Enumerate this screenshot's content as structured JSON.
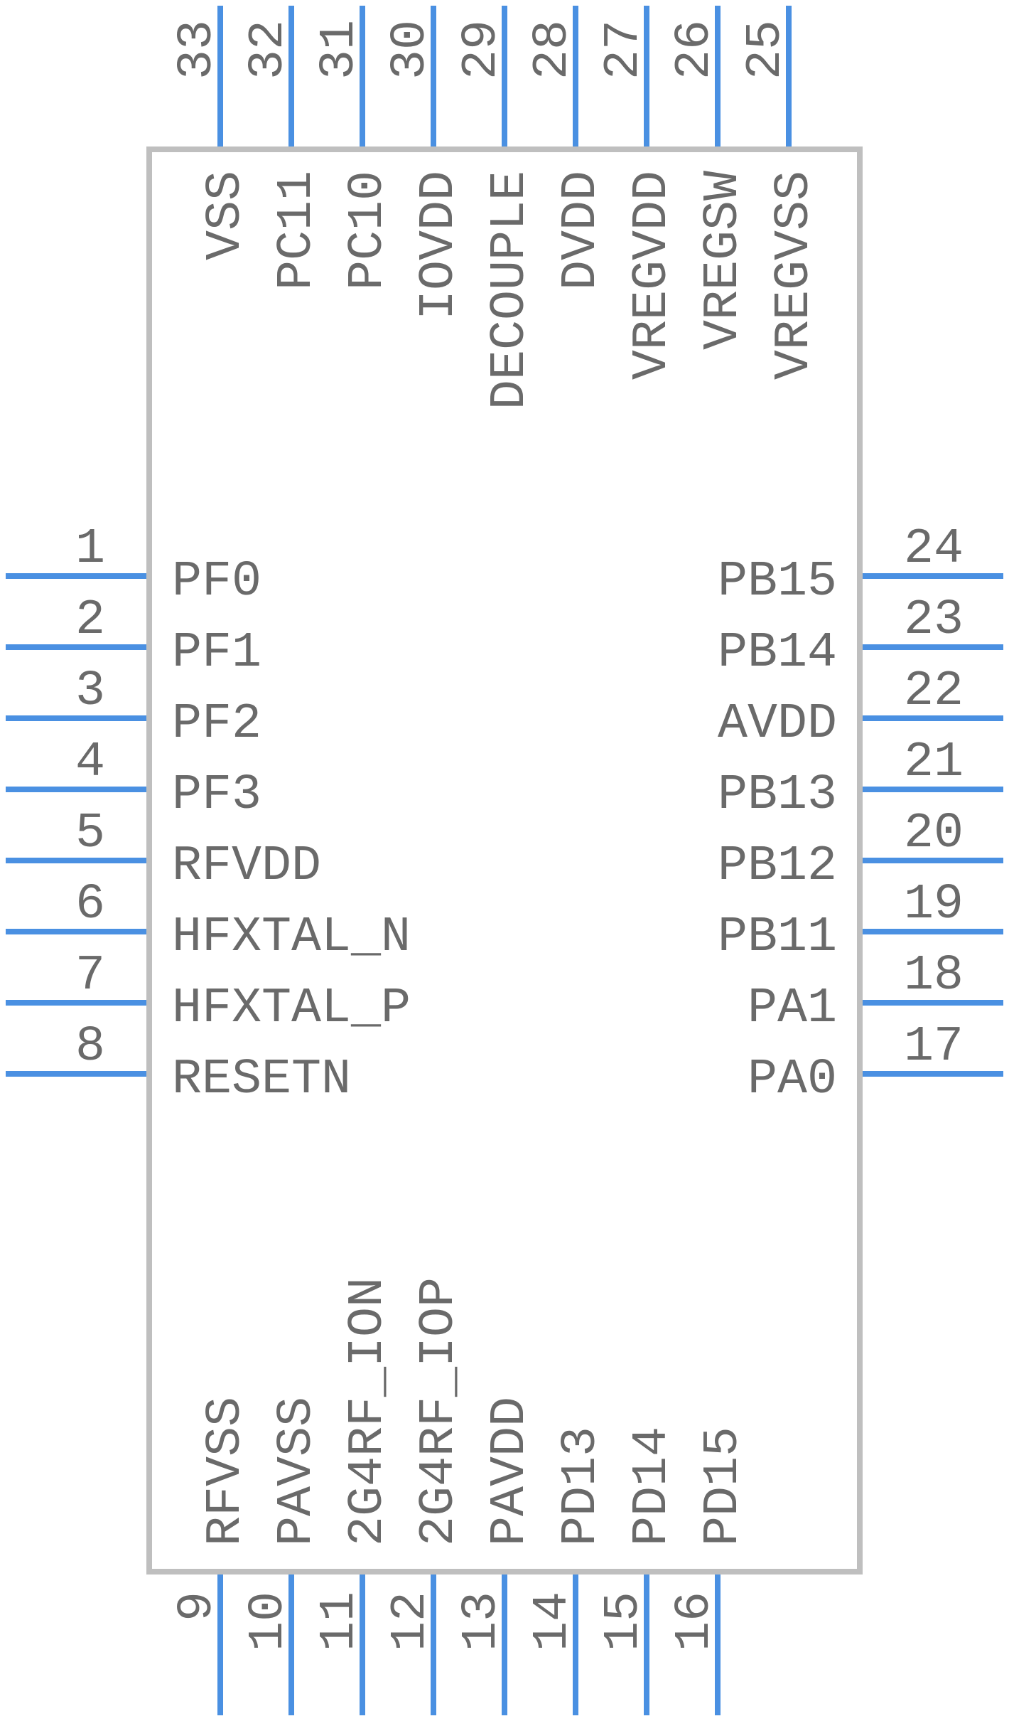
{
  "component": {
    "pins": {
      "top": [
        {
          "number": "33",
          "name": "VSS"
        },
        {
          "number": "32",
          "name": "PC11"
        },
        {
          "number": "31",
          "name": "PC10"
        },
        {
          "number": "30",
          "name": "IOVDD"
        },
        {
          "number": "29",
          "name": "DECOUPLE"
        },
        {
          "number": "28",
          "name": "DVDD"
        },
        {
          "number": "27",
          "name": "VREGVDD"
        },
        {
          "number": "26",
          "name": "VREGSW"
        },
        {
          "number": "25",
          "name": "VREGVSS"
        }
      ],
      "left": [
        {
          "number": "1",
          "name": "PF0"
        },
        {
          "number": "2",
          "name": "PF1"
        },
        {
          "number": "3",
          "name": "PF2"
        },
        {
          "number": "4",
          "name": "PF3"
        },
        {
          "number": "5",
          "name": "RFVDD"
        },
        {
          "number": "6",
          "name": "HFXTAL_N"
        },
        {
          "number": "7",
          "name": "HFXTAL_P"
        },
        {
          "number": "8",
          "name": "RESETN"
        }
      ],
      "right": [
        {
          "number": "24",
          "name": "PB15"
        },
        {
          "number": "23",
          "name": "PB14"
        },
        {
          "number": "22",
          "name": "AVDD"
        },
        {
          "number": "21",
          "name": "PB13"
        },
        {
          "number": "20",
          "name": "PB12"
        },
        {
          "number": "19",
          "name": "PB11"
        },
        {
          "number": "18",
          "name": "PA1"
        },
        {
          "number": "17",
          "name": "PA0"
        }
      ],
      "bottom": [
        {
          "number": "9",
          "name": "RFVSS"
        },
        {
          "number": "10",
          "name": "PAVSS"
        },
        {
          "number": "11",
          "name": "2G4RF_ION"
        },
        {
          "number": "12",
          "name": "2G4RF_IOP"
        },
        {
          "number": "13",
          "name": "PAVDD"
        },
        {
          "number": "14",
          "name": "PD13"
        },
        {
          "number": "15",
          "name": "PD14"
        },
        {
          "number": "16",
          "name": "PD15"
        }
      ]
    },
    "colors": {
      "pin": "#4a90e2",
      "body_outline": "#bfbfbf",
      "text": "#6a6a6a"
    }
  }
}
